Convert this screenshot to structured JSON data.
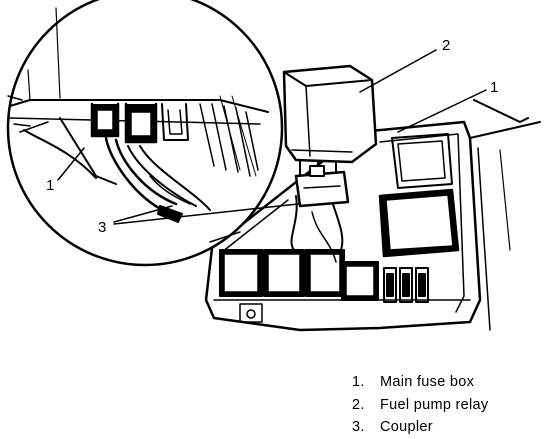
{
  "callouts": {
    "fuse_box": "1",
    "relay": "2",
    "coupler": "3",
    "inset_fuse_box": "1"
  },
  "legend": [
    {
      "num": "1.",
      "text": "Main fuse box"
    },
    {
      "num": "2.",
      "text": "Fuel pump relay"
    },
    {
      "num": "3.",
      "text": "Coupler"
    }
  ]
}
